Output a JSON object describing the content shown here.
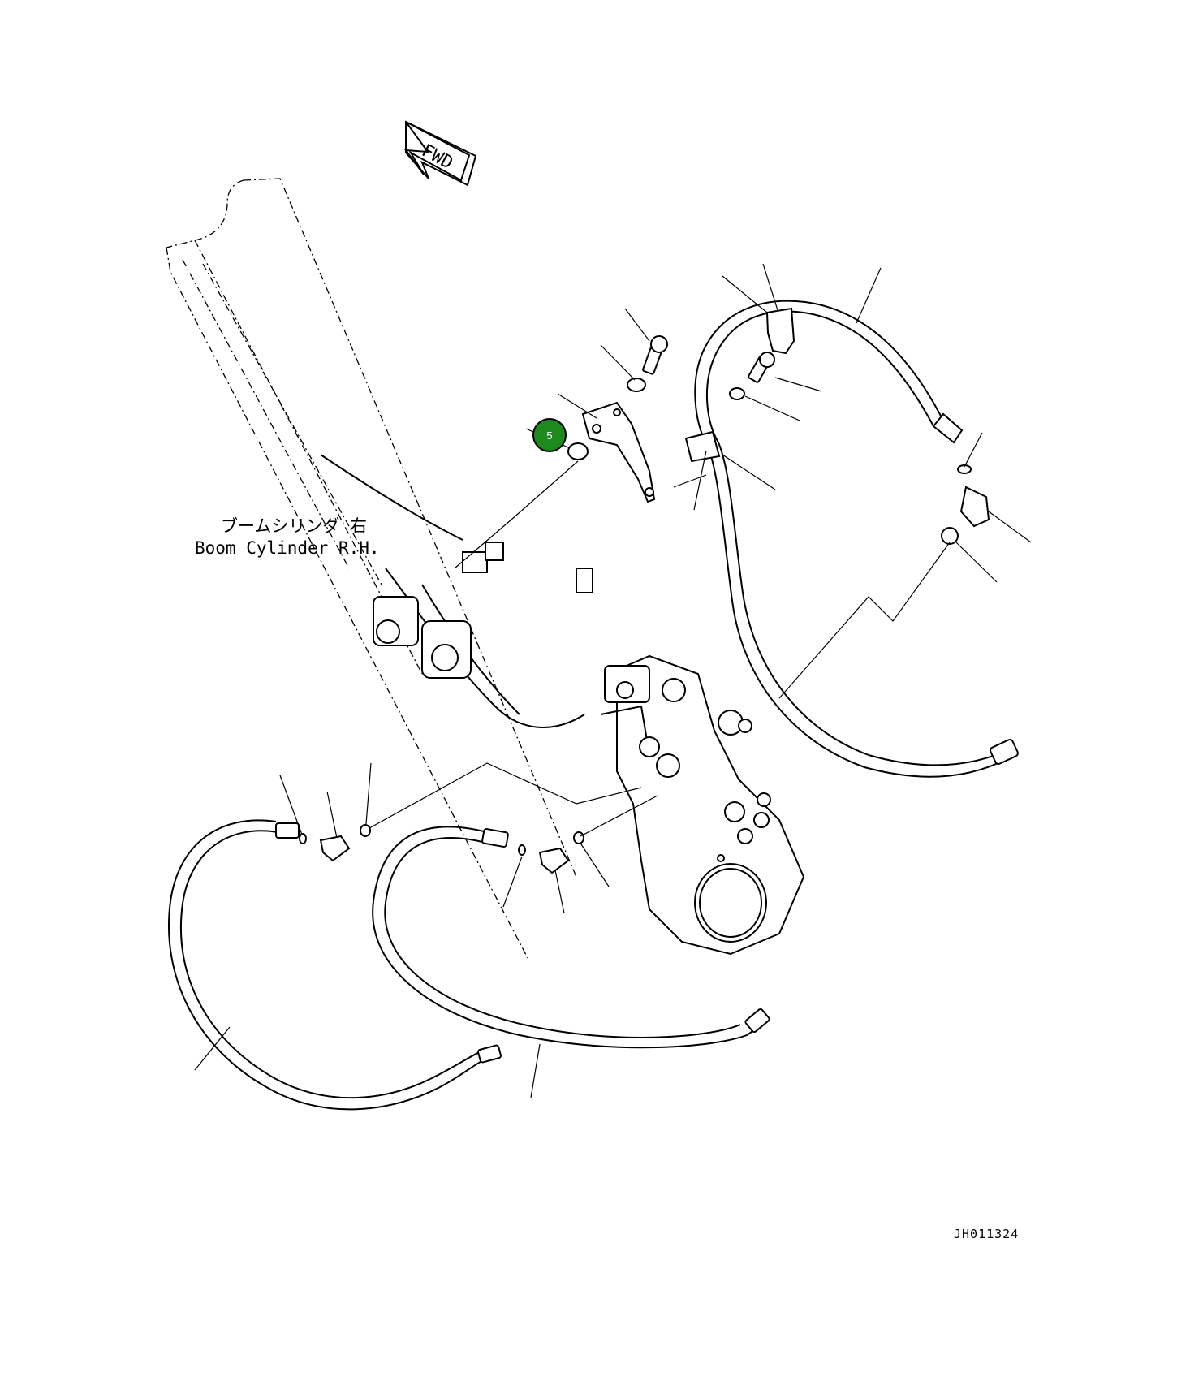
{
  "direction_arrow": {
    "text": "FWD"
  },
  "component_label": {
    "ja": "ブームシリンダ 右",
    "en": "Boom Cylinder R.H."
  },
  "drawing_number": "JH011324",
  "callouts": [
    {
      "number": "5",
      "color": "#1e8a1e"
    }
  ]
}
